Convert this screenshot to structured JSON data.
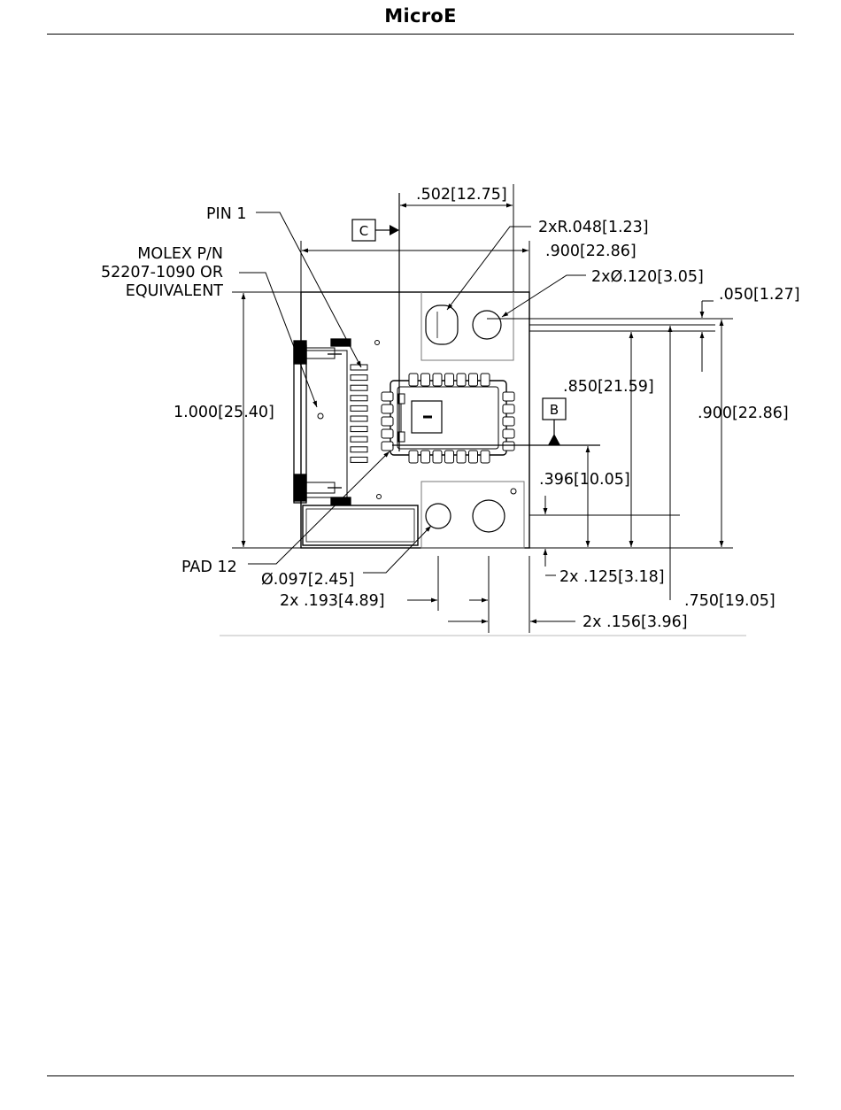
{
  "header": {
    "brand": "MicroE"
  },
  "drawing": {
    "datums": {
      "c": "C",
      "b": "B"
    },
    "callouts": {
      "pin1": "PIN 1",
      "molex_line1": "MOLEX P/N",
      "molex_line2": "52207-1090 OR",
      "molex_line3": "EQUIVALENT",
      "pad12": "PAD 12",
      "slot_radius": "2xR.048[1.23]",
      "hole_dia_120": "2xØ.120[3.05]",
      "hole_dia_097": "Ø.097[2.45]"
    },
    "dimensions": {
      "d502": ".502[12.75]",
      "d900_width": ".900[22.86]",
      "d050": ".050[1.27]",
      "d1000": "1.000[25.40]",
      "d850": ".850[21.59]",
      "d900_height": ".900[22.86]",
      "d396": ".396[10.05]",
      "d125": "2x .125[3.18]",
      "d750": ".750[19.05]",
      "d193": "2x .193[4.89]",
      "d156": "2x .156[3.96]"
    }
  }
}
